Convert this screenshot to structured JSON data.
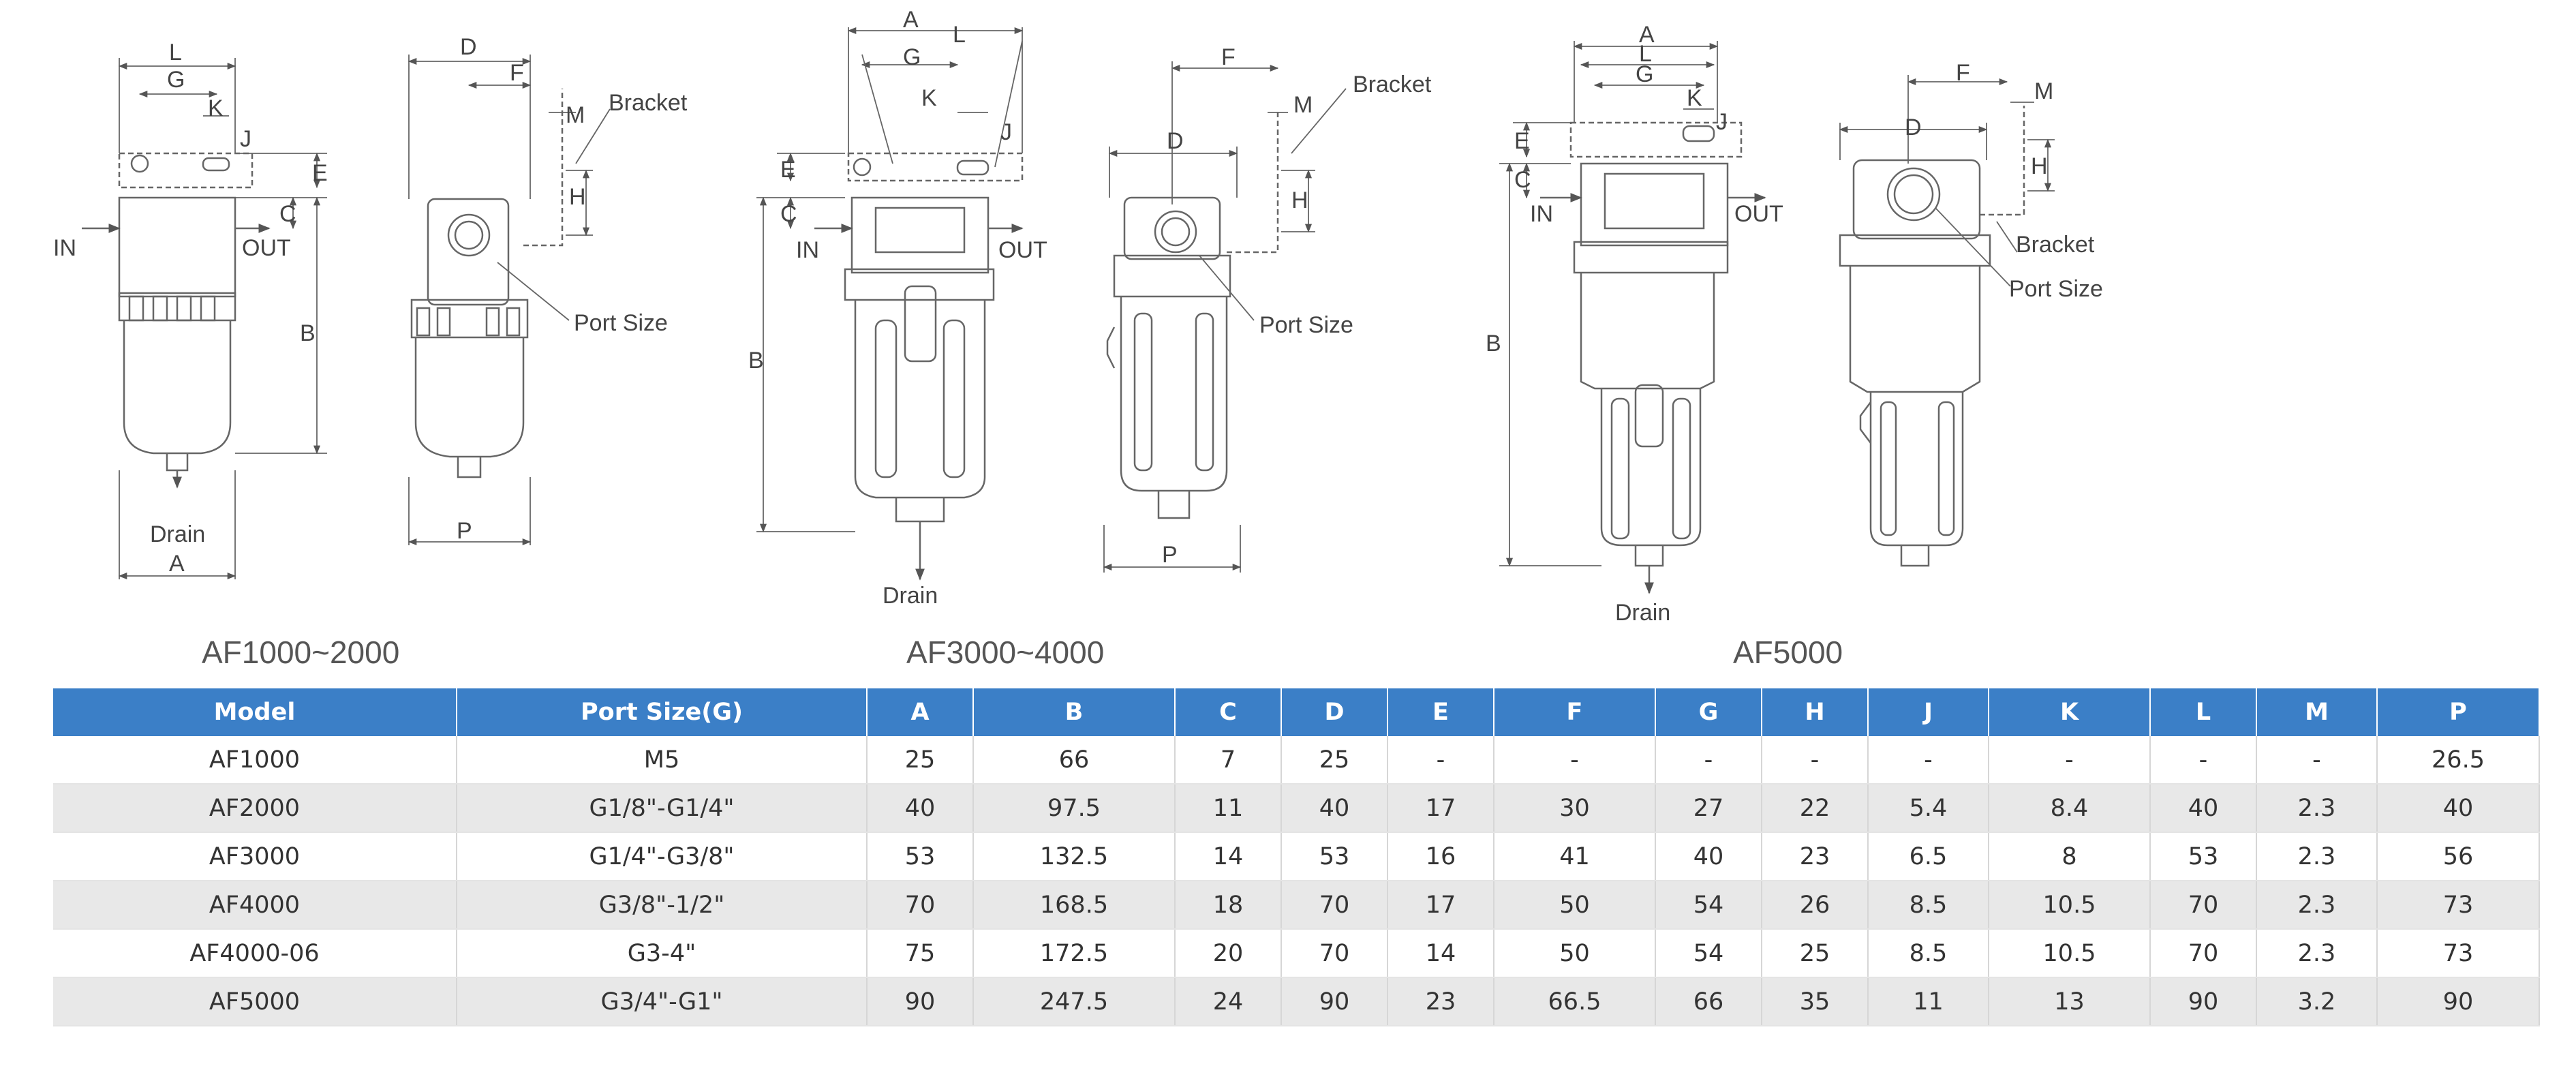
{
  "drawings": {
    "af1000_2000": {
      "caption": "AF1000~2000",
      "labels": {
        "L": "L",
        "G": "G",
        "K": "K",
        "J": "J",
        "E": "E",
        "C": "C",
        "B": "B",
        "A": "A",
        "D": "D",
        "F": "F",
        "M": "M",
        "H": "H",
        "P": "P",
        "in": "IN",
        "out": "OUT",
        "drain": "Drain",
        "bracket": "Bracket",
        "port_size": "Port Size"
      }
    },
    "af3000_4000": {
      "caption": "AF3000~4000",
      "labels": {
        "A": "A",
        "L": "L",
        "G": "G",
        "K": "K",
        "J": "J",
        "E": "E",
        "C": "C",
        "B": "B",
        "D": "D",
        "F": "F",
        "M": "M",
        "H": "H",
        "P": "P",
        "in": "IN",
        "out": "OUT",
        "drain": "Drain",
        "bracket": "Bracket",
        "port_size": "Port Size"
      }
    },
    "af5000": {
      "caption": "AF5000",
      "labels": {
        "A": "A",
        "L": "L",
        "G": "G",
        "K": "K",
        "J": "J",
        "E": "E",
        "C": "C",
        "B": "B",
        "D": "D",
        "F": "F",
        "M": "M",
        "H": "H",
        "in": "IN",
        "out": "OUT",
        "drain": "Drain",
        "bracket": "Bracket",
        "port_size": "Port Size"
      }
    }
  },
  "table": {
    "headers": [
      "Model",
      "Port Size(G)",
      "A",
      "B",
      "C",
      "D",
      "E",
      "F",
      "G",
      "H",
      "J",
      "K",
      "L",
      "M",
      "P"
    ],
    "rows": [
      [
        "AF1000",
        "M5",
        "25",
        "66",
        "7",
        "25",
        "-",
        "-",
        "-",
        "-",
        "-",
        "-",
        "-",
        "-",
        "26.5"
      ],
      [
        "AF2000",
        "G1/8\"-G1/4\"",
        "40",
        "97.5",
        "11",
        "40",
        "17",
        "30",
        "27",
        "22",
        "5.4",
        "8.4",
        "40",
        "2.3",
        "40"
      ],
      [
        "AF3000",
        "G1/4\"-G3/8\"",
        "53",
        "132.5",
        "14",
        "53",
        "16",
        "41",
        "40",
        "23",
        "6.5",
        "8",
        "53",
        "2.3",
        "56"
      ],
      [
        "AF4000",
        "G3/8\"-1/2\"",
        "70",
        "168.5",
        "18",
        "70",
        "17",
        "50",
        "54",
        "26",
        "8.5",
        "10.5",
        "70",
        "2.3",
        "73"
      ],
      [
        "AF4000-06",
        "G3-4\"",
        "75",
        "172.5",
        "20",
        "70",
        "14",
        "50",
        "54",
        "25",
        "8.5",
        "10.5",
        "70",
        "2.3",
        "73"
      ],
      [
        "AF5000",
        "G3/4\"-G1\"",
        "90",
        "247.5",
        "24",
        "90",
        "23",
        "66.5",
        "66",
        "35",
        "11",
        "13",
        "90",
        "3.2",
        "90"
      ]
    ]
  }
}
